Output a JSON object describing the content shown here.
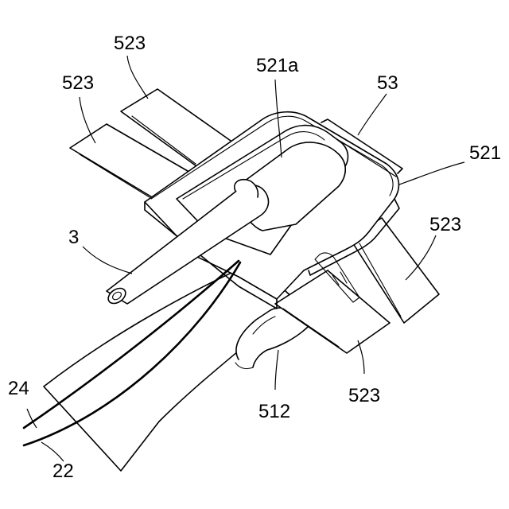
{
  "labels": [
    {
      "id": "label-523-top",
      "text": "523"
    },
    {
      "id": "label-523-left",
      "text": "523"
    },
    {
      "id": "label-521a",
      "text": "521a"
    },
    {
      "id": "label-53",
      "text": "53"
    },
    {
      "id": "label-521",
      "text": "521"
    },
    {
      "id": "label-523-right",
      "text": "523"
    },
    {
      "id": "label-3",
      "text": "3"
    },
    {
      "id": "label-523-bottom",
      "text": "523"
    },
    {
      "id": "label-512",
      "text": "512"
    },
    {
      "id": "label-24",
      "text": "24"
    },
    {
      "id": "label-22",
      "text": "22"
    }
  ]
}
